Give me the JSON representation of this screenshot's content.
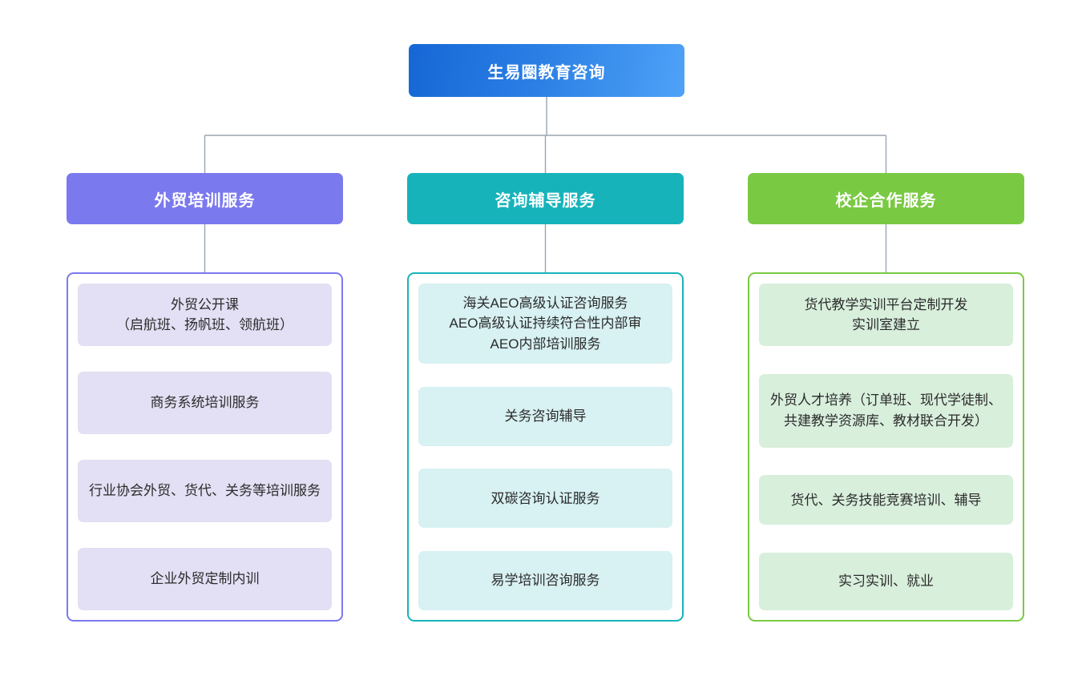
{
  "diagram": {
    "type": "organization-chart",
    "root": {
      "label": "生易圈教育咨询",
      "color": "#2a7ee4"
    },
    "connector_color": "#9aa5b1",
    "branches": [
      {
        "label": "外贸培训服务",
        "color": "#7b79ee",
        "card_color": "#e3dff4",
        "items": [
          "外贸公开课\n（启航班、扬帆班、领航班）",
          "商务系统培训服务",
          "行业协会外贸、货代、关务等培训服务",
          "企业外贸定制内训"
        ]
      },
      {
        "label": "咨询辅导服务",
        "color": "#17b3bb",
        "card_color": "#d8f1f2",
        "items": [
          "海关AEO高级认证咨询服务\nAEO高级认证持续符合性内部审\nAEO内部培训服务",
          "关务咨询辅导",
          "双碳咨询认证服务",
          "易学培训咨询服务"
        ]
      },
      {
        "label": "校企合作服务",
        "color": "#7ac943",
        "card_color": "#d8efdc",
        "items": [
          "货代教学实训平台定制开发\n实训室建立",
          "外贸人才培养（订单班、现代学徒制、共建教学资源库、教材联合开发）",
          "货代、关务技能竞赛培训、辅导",
          "实习实训、就业"
        ]
      }
    ]
  }
}
